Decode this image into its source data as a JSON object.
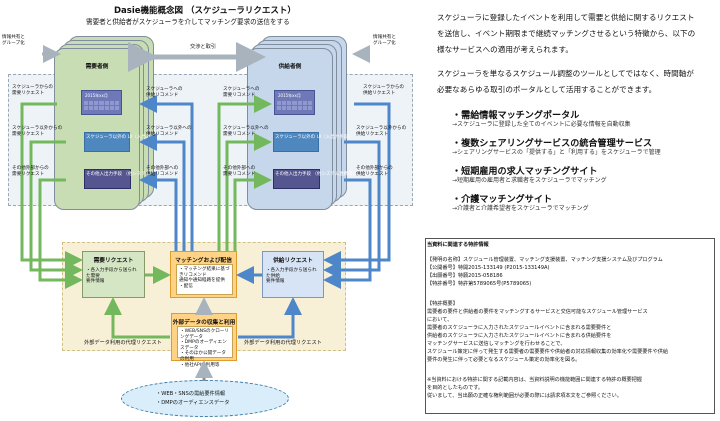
{
  "diagram": {
    "title": "Dasie機能概念図 （スケジューラリクエスト）",
    "subtitle": "需要者と供給者がスケジューラを介してマッチング要求の送信をする",
    "labels": {
      "info_sharing_left": "情報共有と\nグループ化",
      "info_sharing_right": "情報共有と\nグループ化",
      "exchange": "交渉と取引",
      "demander": "需要者側",
      "supplier": "供給者側",
      "from_sched_left": "スケジューラからの\n需要リクエスト",
      "from_sched_right": "スケジューラからの\n供給リクエスト",
      "sched_other_req_left": "スケジューラ以外からの\n需要リクエスト",
      "sched_other_req_right": "スケジューラ以外からの\n供給リクエスト",
      "other_means_left": "その他外部からの\n需要リクエスト",
      "other_means_right": "その他外部からの\n供給リクエスト",
      "to_supply_left": "スケジューラへの\n供給リコメンド",
      "to_demand_right": "スケジューラへの\n需要リコメンド",
      "to_supply_left_other": "スケジューラ以外への\n供給リコメンド",
      "to_demand_right_other": "スケジューラ以外への\n需要リコメンド",
      "to_supply_left_other2": "その他外部への\n供給リコメンド",
      "to_demand_right_other2": "その他外部への\n需要リコメンド",
      "ui_left": "スケジューラ以外の\nUI（入出力手段）",
      "ui_right": "スケジューラ以外の\nUI（入出力手段）",
      "other_left": "その他入出力手段\n（他システム連携等）",
      "other_right": "その他入出力手段\n（他システム連携等）",
      "calendar_left": "2015年xx月",
      "calendar_right": "2015年xx月",
      "demand_request": "需要リクエスト",
      "demand_request_desc": "・各入力手段から送られた需要\n要件情報",
      "matching": "マッチングおよび配信",
      "matching_desc": "・マッチング結果に基づきリコメンド\n通知や通知経路を提供\n・配信",
      "supply_request": "供給リクエスト",
      "supply_request_desc": "・各入力手段から送られた供給\n要件情報",
      "external_data": "外部データの収集と利用",
      "external_data_desc": "・WEB/SNSのクローリングデータ\n・DMPのオーディエンスデータ\n・そのほか公開データの利用\n・他社APIの利用等",
      "external_left": "外部データ利用の代理リクエスト",
      "external_right": "外部データ利用の代理リクエスト",
      "cloud_line1": "・WEB・SNSの需給要件情報",
      "cloud_line2": "・DMPのオーディエンスデータ"
    }
  },
  "right_text": {
    "lines": [
      "スケジューラに登録したイベントを利用して需要と供給に関するリクエスト",
      "を送信し、イベント期限まで継続マッチングさせるという特徴から、以下の",
      "様なサービスへの適用が考えられます。",
      "スケジューラを単なるスケジュール調整のツールとしてではなく、時間軸が",
      "必要なあらゆる取引のポータルとして活用することができます。"
    ],
    "services": [
      {
        "title": "・需給情報マッチングポータル",
        "desc": "→スケジューラに登録した全てのイベントに必要な情報を自動収集"
      },
      {
        "title": "・複数シェアリングサービスの統合管理サービス",
        "desc": "→シェアリングサービスの「提供する」と「利用する」をスケジューラで管理"
      },
      {
        "title": "・短期雇用の求人マッチングサイト",
        "desc": "→短期雇用の雇用者と求職者をスケジューラでマッチング"
      },
      {
        "title": "・介護マッチングサイト",
        "desc": "→介護者と介護希望者をスケジューラでマッチング"
      }
    ]
  },
  "patent": {
    "heading": "当資料に関連する特許情報",
    "lines": [
      "【発明の名称】スケジュール管理装置、マッチング支援装置、マッチング支援システム及びプログラム",
      "【公開番号】特開2015-133149 (P2015-133149A)",
      "【出願番号】特願2015-058186",
      "【特許番号】特許第5789065号(P5789065)",
      "",
      "【特許概要】",
      "需要者の要件と供給者の要件をマッチングするサービスと交信可能なスケジュール管理サービス",
      "において、",
      "需要者のスケジューラに入力されたスケジュールイベントに含まれる需要要件と",
      "供給者のスケジューラに入力されたスケジュールイベントに含まれる供給要件を",
      "マッチングサービスに送信しマッチングを行わせることで、",
      "スケジュール策定に伴って発生する需要者の需要要件や供給者の対応情報収集の効率化や需要要件や供給",
      "要件の発生に伴って必要となるスケジュール策定の効率化を図る。",
      "",
      "※当資料における特許に関する記載内容は、当資料説明の機能範囲に関連する特許の概要把握",
      "を目的としたものです。",
      "従いまして、当出願の正確な権利範囲が必要の際には請求項本文をご参照ください。"
    ]
  },
  "colors": {
    "demand_green": "#c8ddb4",
    "supply_blue": "#c6d7ec",
    "matching_orange": "#ffd386",
    "arrow_green": "#73b85c",
    "arrow_blue": "#4d86c9",
    "arrow_gray": "#9aa4ae"
  }
}
